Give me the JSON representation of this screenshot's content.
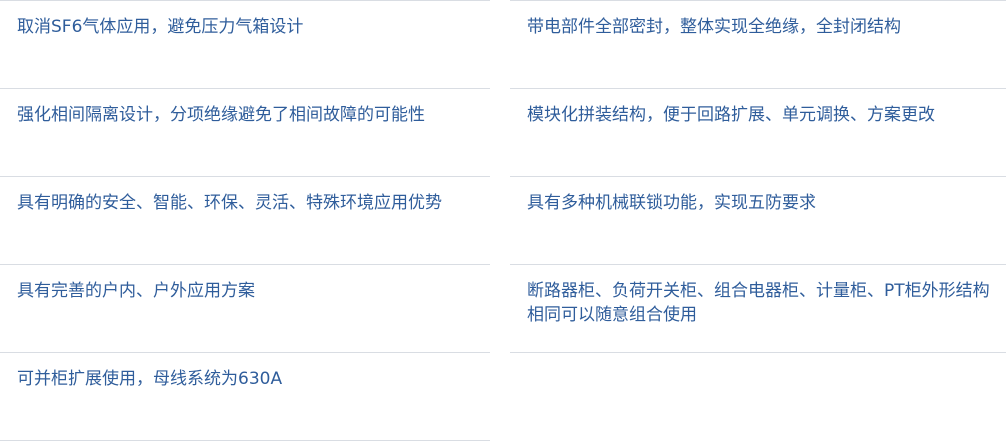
{
  "features": {
    "left": [
      "取消SF6气体应用，避免压力气箱设计",
      "强化相间隔离设计，分项绝缘避免了相间故障的可能性",
      "具有明确的安全、智能、环保、灵活、特殊环境应用优势",
      "具有完善的户内、户外应用方案",
      "可并柜扩展使用，母线系统为630A"
    ],
    "right": [
      "带电部件全部密封，整体实现全绝缘，全封闭结构",
      "模块化拼装结构，便于回路扩展、单元调换、方案更改",
      "具有多种机械联锁功能，实现五防要求",
      "断路器柜、负荷开关柜、组合电器柜、计量柜、PT柜外形结构相同可以随意组合使用"
    ]
  },
  "colors": {
    "text": "#2f5d9b",
    "divider": "#d9dde3"
  }
}
